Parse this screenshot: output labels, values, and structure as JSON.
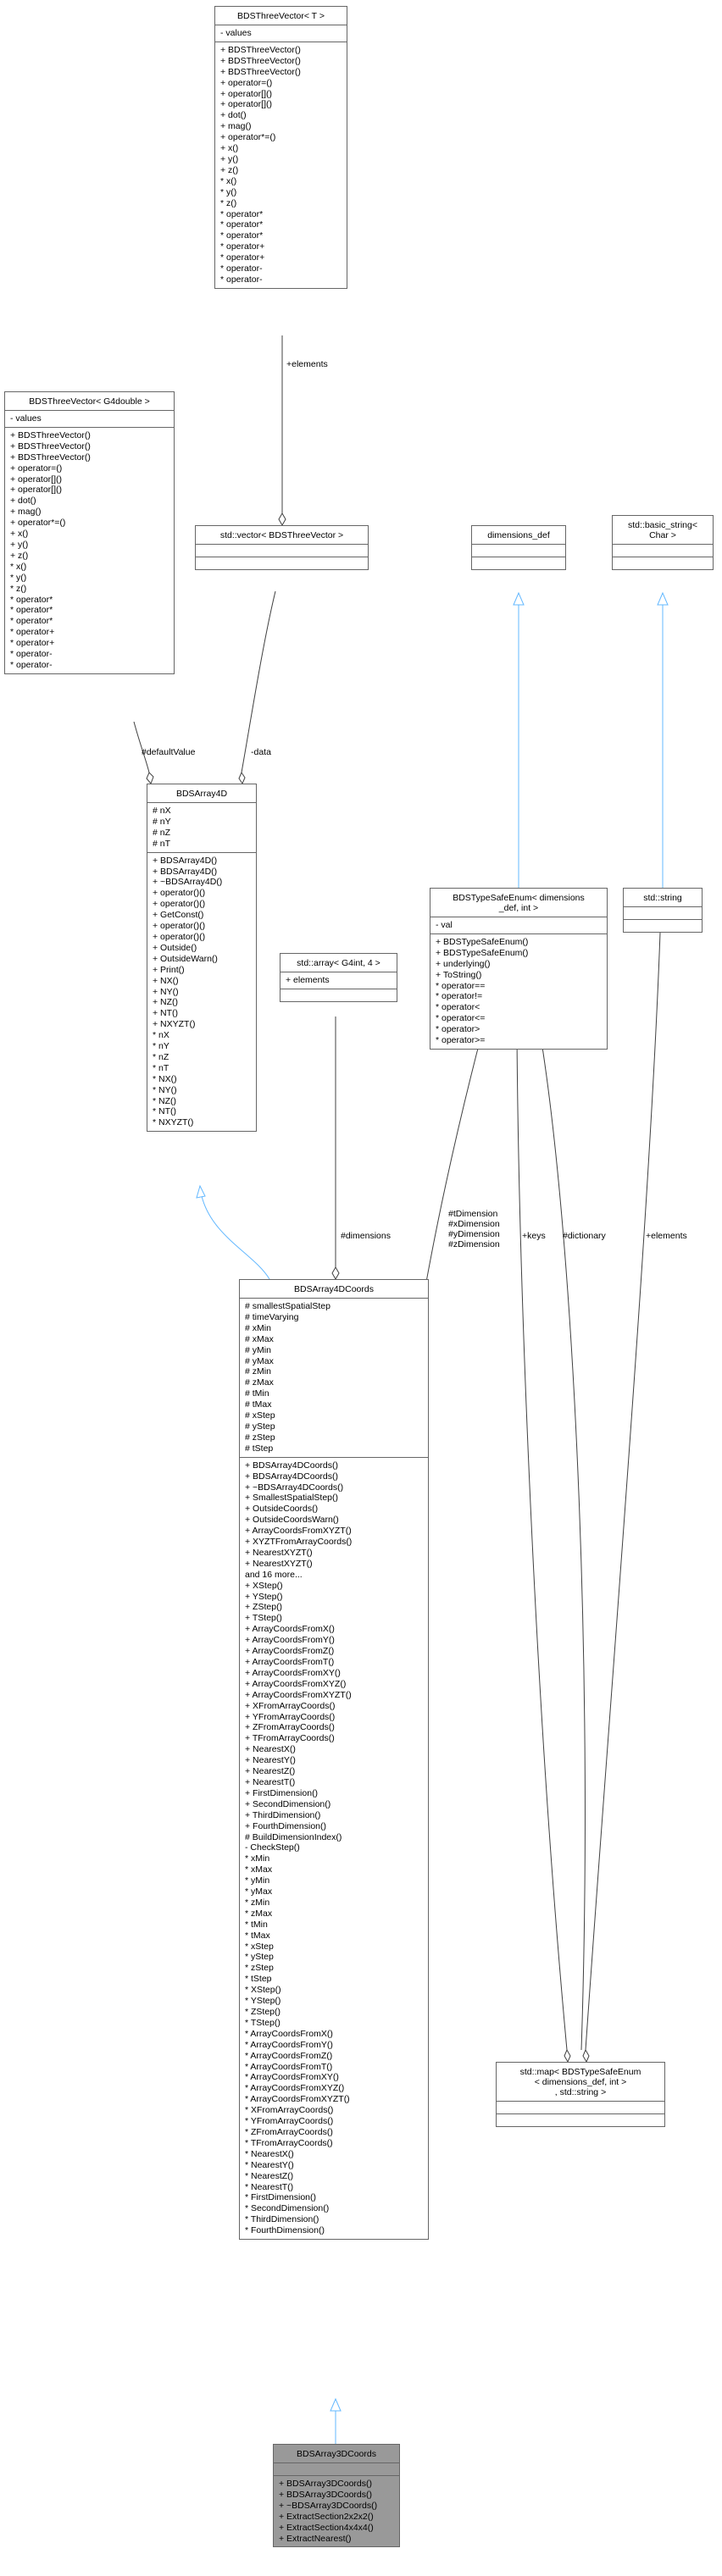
{
  "classes": {
    "btv_t": {
      "title": "BDSThreeVector< T >",
      "attrs": [
        "- values"
      ],
      "ops": [
        "+ BDSThreeVector()",
        "+ BDSThreeVector()",
        "+ BDSThreeVector()",
        "+ operator=()",
        "+ operator[]()",
        "+ operator[]()",
        "+ dot()",
        "+ mag()",
        "+ operator*=()",
        "+ x()",
        "+ y()",
        "+ z()",
        "* x()",
        "* y()",
        "* z()",
        "* operator*",
        "* operator*",
        "* operator*",
        "* operator+",
        "* operator+",
        "* operator-",
        "* operator-"
      ]
    },
    "btv_g4": {
      "title": "BDSThreeVector< G4double >",
      "attrs": [
        "- values"
      ],
      "ops": [
        "+ BDSThreeVector()",
        "+ BDSThreeVector()",
        "+ BDSThreeVector()",
        "+ operator=()",
        "+ operator[]()",
        "+ operator[]()",
        "+ dot()",
        "+ mag()",
        "+ operator*=()",
        "+ x()",
        "+ y()",
        "+ z()",
        "* x()",
        "* y()",
        "* z()",
        "* operator*",
        "* operator*",
        "* operator*",
        "* operator+",
        "* operator+",
        "* operator-",
        "* operator-"
      ]
    },
    "stdvec": {
      "title": "std::vector< BDSThreeVector >"
    },
    "dimdef": {
      "title": "dimensions_def"
    },
    "basicstr": {
      "title_lines": [
        "std::basic_string<",
        "Char >"
      ]
    },
    "arr4d": {
      "title": "BDSArray4D",
      "attrs": [
        "# nX",
        "# nY",
        "# nZ",
        "# nT"
      ],
      "ops": [
        "+ BDSArray4D()",
        "+ BDSArray4D()",
        "+ ~BDSArray4D()",
        "+ operator()()",
        "+ operator()()",
        "+ GetConst()",
        "+ operator()()",
        "+ operator()()",
        "+ Outside()",
        "+ OutsideWarn()",
        "+ Print()",
        "+ NX()",
        "+ NY()",
        "+ NZ()",
        "+ NT()",
        "+ NXYZT()",
        "* nX",
        "* nY",
        "* nZ",
        "* nT",
        "* NX()",
        "* NY()",
        "* NZ()",
        "* NT()",
        "* NXYZT()"
      ]
    },
    "tse": {
      "title_lines": [
        "BDSTypeSafeEnum< dimensions",
        "_def, int >"
      ],
      "attrs": [
        "- val"
      ],
      "ops": [
        "+ BDSTypeSafeEnum()",
        "+ BDSTypeSafeEnum()",
        "+ underlying()",
        "+ ToString()",
        "* operator==",
        "* operator!=",
        "* operator<",
        "* operator<=",
        "* operator>",
        "* operator>="
      ]
    },
    "stdstring": {
      "title": "std::string"
    },
    "stdarray": {
      "title": "std::array< G4int, 4 >",
      "attrs": [
        "+ elements"
      ]
    },
    "coords4d": {
      "title": "BDSArray4DCoords",
      "attrs": [
        "# smallestSpatialStep",
        "# timeVarying",
        "# xMin",
        "# xMax",
        "# yMin",
        "# yMax",
        "# zMin",
        "# zMax",
        "# tMin",
        "# tMax",
        "# xStep",
        "# yStep",
        "# zStep",
        "# tStep"
      ],
      "ops": [
        "+ BDSArray4DCoords()",
        "+ BDSArray4DCoords()",
        "+ ~BDSArray4DCoords()",
        "+ SmallestSpatialStep()",
        "+ OutsideCoords()",
        "+ OutsideCoordsWarn()",
        "+ ArrayCoordsFromXYZT()",
        "+ XYZTFromArrayCoords()",
        "+ NearestXYZT()",
        "+ NearestXYZT()",
        "and 16 more...",
        "+ XStep()",
        "+ YStep()",
        "+ ZStep()",
        "+ TStep()",
        "+ ArrayCoordsFromX()",
        "+ ArrayCoordsFromY()",
        "+ ArrayCoordsFromZ()",
        "+ ArrayCoordsFromT()",
        "+ ArrayCoordsFromXY()",
        "+ ArrayCoordsFromXYZ()",
        "+ ArrayCoordsFromXYZT()",
        "+ XFromArrayCoords()",
        "+ YFromArrayCoords()",
        "+ ZFromArrayCoords()",
        "+ TFromArrayCoords()",
        "+ NearestX()",
        "+ NearestY()",
        "+ NearestZ()",
        "+ NearestT()",
        "+ FirstDimension()",
        "+ SecondDimension()",
        "+ ThirdDimension()",
        "+ FourthDimension()",
        "# BuildDimensionIndex()",
        "- CheckStep()",
        "* xMin",
        "* xMax",
        "* yMin",
        "* yMax",
        "* zMin",
        "* zMax",
        "* tMin",
        "* tMax",
        "* xStep",
        "* yStep",
        "* zStep",
        "* tStep",
        "* XStep()",
        "* YStep()",
        "* ZStep()",
        "* TStep()",
        "* ArrayCoordsFromX()",
        "* ArrayCoordsFromY()",
        "* ArrayCoordsFromZ()",
        "* ArrayCoordsFromT()",
        "* ArrayCoordsFromXY()",
        "* ArrayCoordsFromXYZ()",
        "* ArrayCoordsFromXYZT()",
        "* XFromArrayCoords()",
        "* YFromArrayCoords()",
        "* ZFromArrayCoords()",
        "* TFromArrayCoords()",
        "* NearestX()",
        "* NearestY()",
        "* NearestZ()",
        "* NearestT()",
        "* FirstDimension()",
        "* SecondDimension()",
        "* ThirdDimension()",
        "* FourthDimension()"
      ]
    },
    "stdmap": {
      "title_lines": [
        "std::map< BDSTypeSafeEnum",
        "< dimensions_def, int >",
        ", std::string >"
      ]
    },
    "coords3d": {
      "title": "BDSArray3DCoords",
      "ops": [
        "+ BDSArray3DCoords()",
        "+ BDSArray3DCoords()",
        "+ ~BDSArray3DCoords()",
        "+ ExtractSection2x2x2()",
        "+ ExtractSection4x4x4()",
        "+ ExtractNearest()"
      ]
    }
  },
  "labels": {
    "elements1": "+elements",
    "defaultValue": "#defaultValue",
    "data": "-data",
    "dimensions": "#dimensions",
    "tdim": [
      "#tDimension",
      "#xDimension",
      "#yDimension",
      "#zDimension"
    ],
    "keys": "+keys",
    "dictionary": "#dictionary",
    "elements2": "+elements"
  },
  "colors": {
    "inherit_edge": "#63b8ff",
    "usage_edge": "#404040",
    "box_border": "#666666",
    "highlight_fill": "#999999"
  }
}
